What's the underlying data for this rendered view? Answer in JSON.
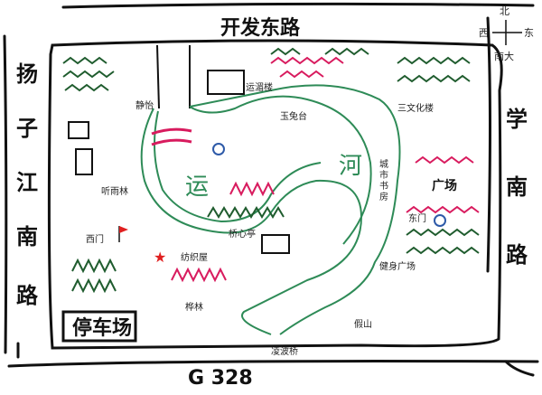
{
  "roads": {
    "north": "开发东路",
    "west": [
      "扬",
      "子",
      "江",
      "南",
      "路"
    ],
    "east": [
      "学",
      "南",
      "路"
    ],
    "south": "G   328"
  },
  "compass": {
    "north": "北",
    "east": "东",
    "west": "西",
    "south": "南大"
  },
  "river": [
    "运",
    "河"
  ],
  "parking": "停车场",
  "labels": {
    "yuegaolou": "运湄楼",
    "jingyi": "静怡",
    "tingyu": "听雨林",
    "ximen": "西门",
    "yuetai": "玉兔台",
    "dongmen": "东门",
    "chengshi_shufang": [
      "城",
      "市",
      "书",
      "房"
    ],
    "sanwen": "三文化楼",
    "guangchang": "广场",
    "qiaoxin": "桥心亭",
    "fangfang": "纺织屋",
    "chuanlin": "桦林",
    "jianshen": "健身广场",
    "jiaoshan": "假山",
    "lingbo": "凌波桥"
  },
  "colors": {
    "pink": "#d81b5e",
    "green": "#1f5c2e",
    "river": "#2e8b57"
  }
}
